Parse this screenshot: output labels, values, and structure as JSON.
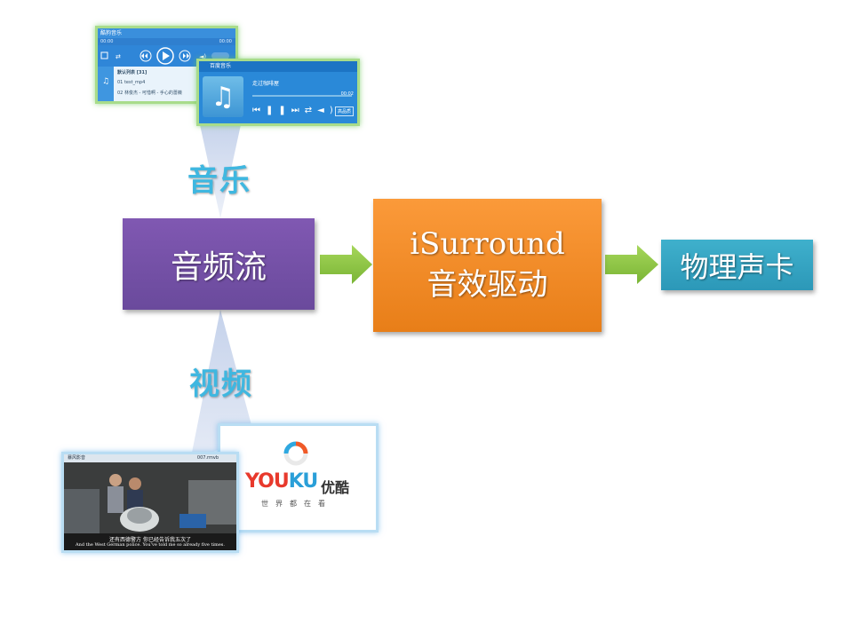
{
  "labels": {
    "music": "音乐",
    "video": "视频"
  },
  "nodes": {
    "audio_stream": "音频流",
    "driver_line1": "iSurround",
    "driver_line2": "音效驱动",
    "sound_card": "物理声卡"
  },
  "music_players": {
    "kuwo_title": "酷狗音乐",
    "kuwo_time_start": "00:00",
    "kuwo_time_end": "00:00",
    "kuwo_list_header": "默认列表 [31]",
    "kuwo_item1": "01 test_mp4",
    "kuwo_item2": "02 林俊杰 - 可惜啊 - 手心的薔薇",
    "baidu_title": "百度音乐",
    "baidu_song": "走过咖啡屋",
    "baidu_time": "00:02",
    "baidu_quality": "高品质"
  },
  "video": {
    "player_title": "暴风影音",
    "file_name": "007.rmvb",
    "subtitle_cn": "还有西德警方 你已经告诉我五次了",
    "subtitle_en": "And the West German police. You've told me so already five times.",
    "youku_logo": "YOUKU",
    "youku_cn": "优酷",
    "youku_tagline": "世界都在看"
  },
  "colors": {
    "purple": "#7552a8",
    "orange": "#f48c2a",
    "teal": "#35a3c2",
    "arrow_green": "#8cc63f",
    "label_cyan": "#3fb7e0"
  }
}
